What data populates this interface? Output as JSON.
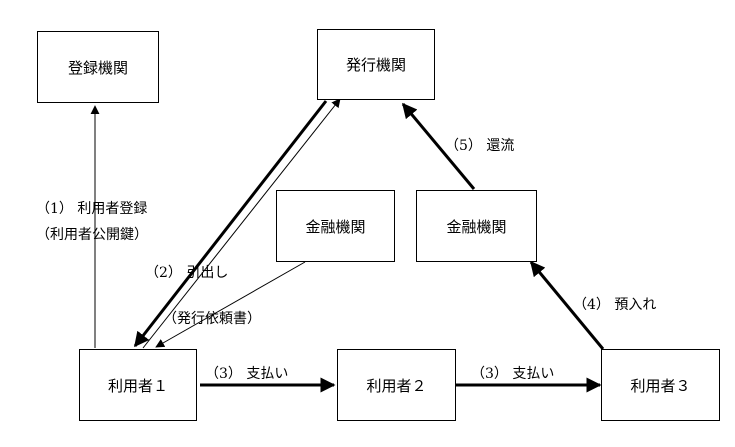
{
  "nodes": {
    "registration_org": "登録機関",
    "issuing_org": "発行機関",
    "financial_org_1": "金融機関",
    "financial_org_2": "金融機関",
    "user_1": "利用者１",
    "user_2": "利用者２",
    "user_3": "利用者３"
  },
  "edges": {
    "step1_line1": "（1） 利用者登録",
    "step1_line2": "（利用者公開鍵）",
    "step2": "（2） 引出し",
    "request": "（発行依頼書）",
    "step3_a": "（3） 支払い",
    "step3_b": "（3） 支払い",
    "step4": "（4） 預入れ",
    "step5": "（5） 還流"
  }
}
